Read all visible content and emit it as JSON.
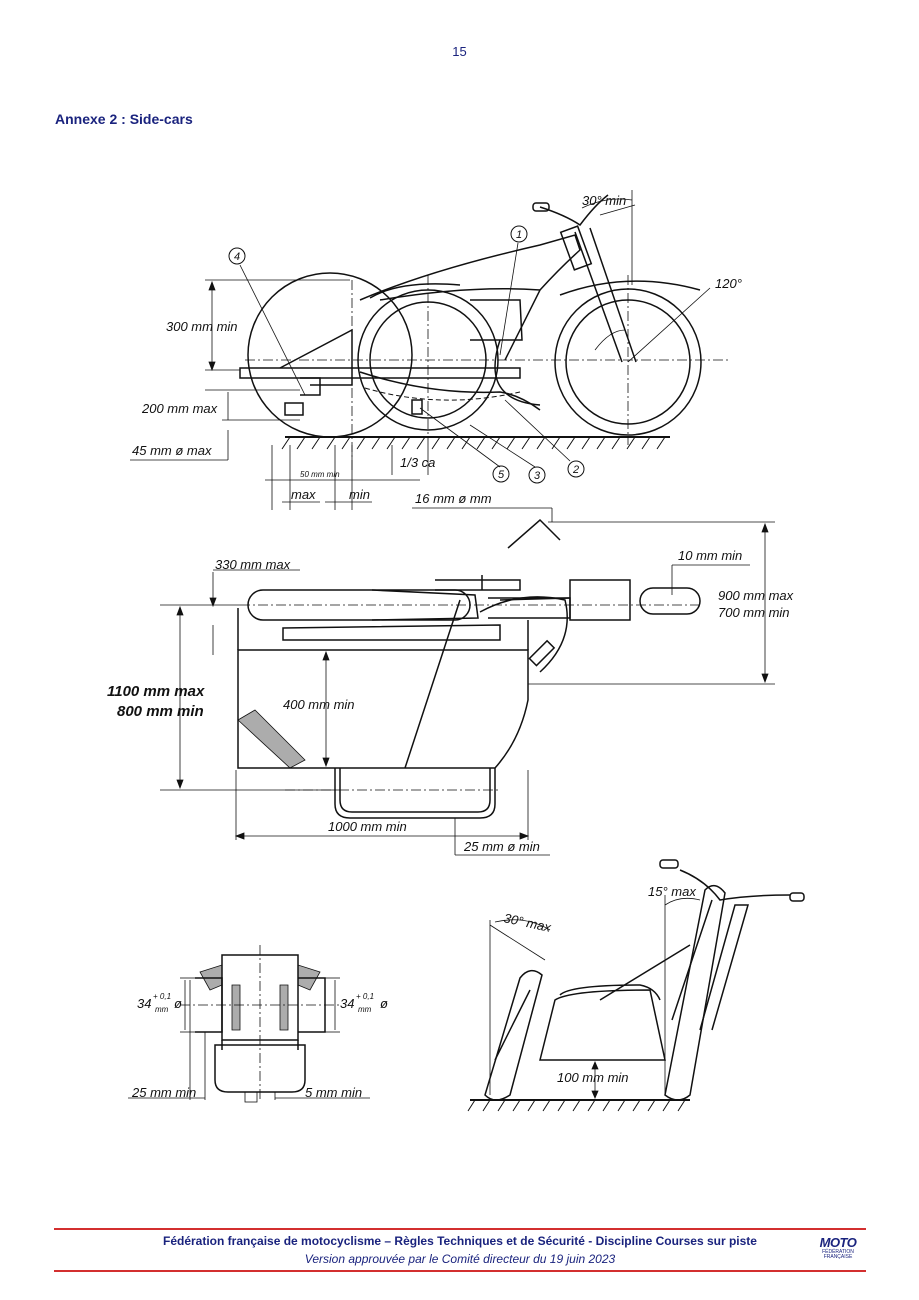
{
  "page": {
    "number": "15",
    "title": "Annexe 2 : Side-cars"
  },
  "drawing_labels": {
    "angle_30_min": "30° min",
    "angle_120": "120°",
    "h_300_min": "300 mm min",
    "h_200_max": "200 mm max",
    "d_45_max": "45 mm ø max",
    "d_50_min": "50 mm min",
    "third_ca": "1/3 ca",
    "max": "max",
    "min": "min",
    "d_16": "16 mm ø mm",
    "w_330_max": "330 mm max",
    "w_10_min": "10 mm min",
    "h_900_max": "900 mm max",
    "h_700_min": "700 mm min",
    "w_1100_max": "1100 mm max",
    "w_800_min": "800 mm min",
    "h_400_min": "400 mm min",
    "l_1000_min": "1000 mm min",
    "d_25_min": "25 mm ø min",
    "angle_15_max": "15° max",
    "angle_30_max": "30° max",
    "h_100_min": "100 mm min",
    "l_25_min": "25 mm min",
    "l_5_min": "5 mm min",
    "d_34": "34",
    "tol_plus": "+ 0,1",
    "tol_unit": "mm",
    "phi": "ø"
  },
  "callouts": [
    "1",
    "2",
    "3",
    "4",
    "5"
  ],
  "footer": {
    "main": "Fédération française de motocyclisme – Règles Techniques et de Sécurité - Discipline Courses sur piste",
    "sub": "Version approuvée par le Comité directeur du 19 juin 2023"
  },
  "logo": {
    "word": "MOTO",
    "sub_line1": "FÉDÉRATION",
    "sub_line2": "FRANÇAISE"
  },
  "colors": {
    "heading": "#1a237e",
    "rule": "#d32f2f",
    "drawing": "#111111"
  }
}
